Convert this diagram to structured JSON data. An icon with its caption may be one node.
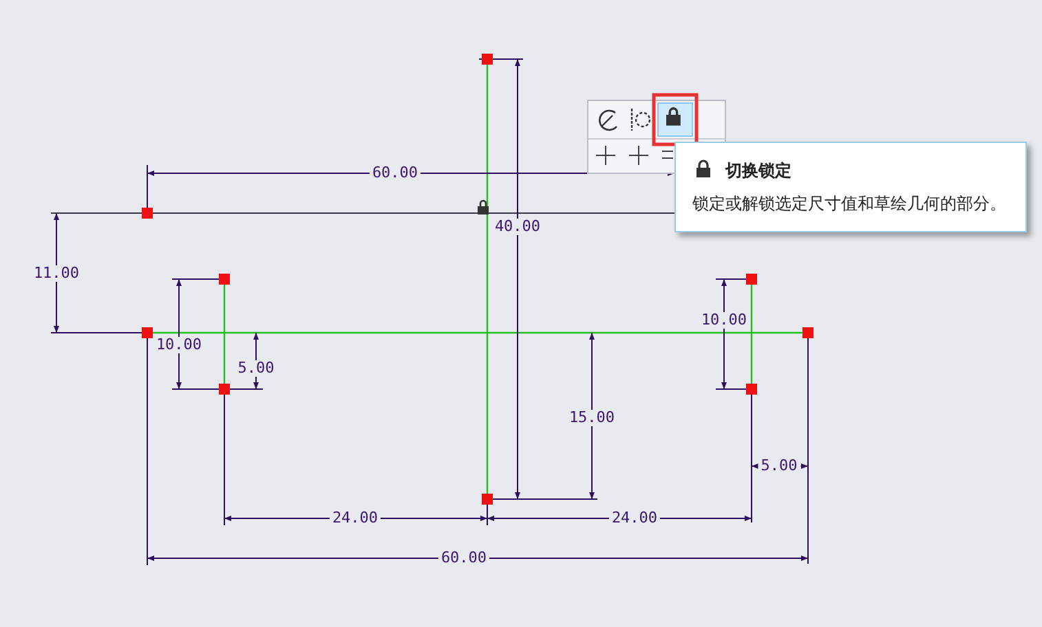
{
  "diagram": {
    "nodes": [
      {
        "text": [
          "切换锁定",
          "锁定或解锁选定尺寸值和草绘几何的部分。"
        ]
      }
    ],
    "labels": [
      "60.00",
      "40.00",
      "11.00",
      "10.00",
      "10.00",
      "5.00",
      "15.00",
      "5.00",
      "24.00",
      "24.00",
      "60.00"
    ]
  }
}
